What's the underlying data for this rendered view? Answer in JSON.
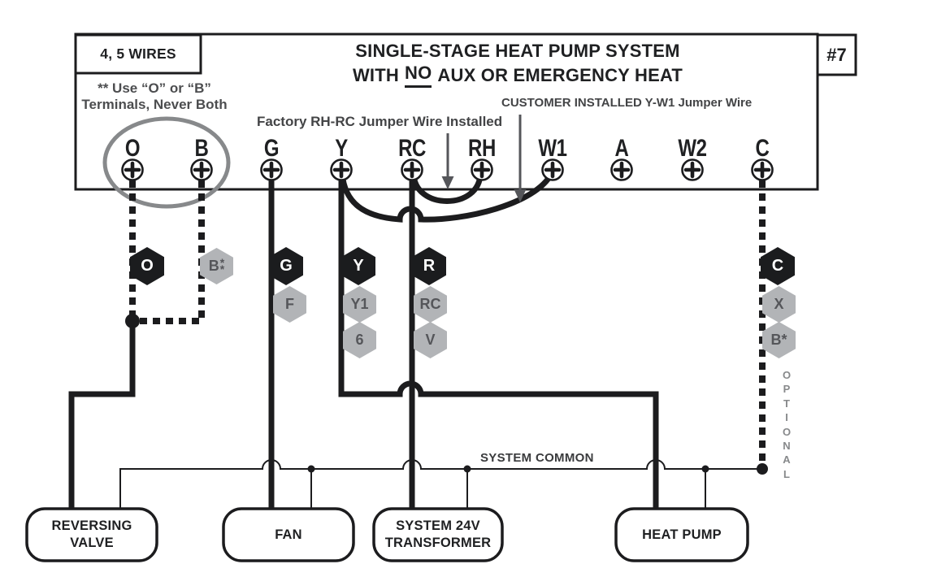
{
  "header": {
    "badge": "#7",
    "wires_box": "4, 5 WIRES",
    "title_line1": "SINGLE-STAGE HEAT PUMP SYSTEM",
    "title_line2_pre": "WITH",
    "title_line2_underlined": "NO",
    "title_line2_post": "AUX OR EMERGENCY HEAT"
  },
  "annotations": {
    "use_ob_note": "** Use “O” or “B”\nTerminals, Never Both",
    "factory_jumper": "Factory RH-RC Jumper Wire Installed",
    "customer_jumper": "CUSTOMER INSTALLED Y-W1 Jumper Wire",
    "system_common": "SYSTEM COMMON",
    "optional_vertical": "O\nP\nT\nI\nO\nN\nA\nL"
  },
  "terminals": [
    {
      "label": "O"
    },
    {
      "label": "B"
    },
    {
      "label": "G"
    },
    {
      "label": "Y"
    },
    {
      "label": "RC"
    },
    {
      "label": "RH"
    },
    {
      "label": "W1"
    },
    {
      "label": "A"
    },
    {
      "label": "W2"
    },
    {
      "label": "C"
    }
  ],
  "wire_tags": {
    "o": {
      "primary": "O"
    },
    "b": {
      "primary": "B",
      "stars": "*\n*"
    },
    "g": {
      "primary": "G",
      "alts": [
        "F"
      ]
    },
    "y": {
      "primary": "Y",
      "alts": [
        "Y1",
        "6"
      ]
    },
    "rc": {
      "primary": "R",
      "alts": [
        "RC",
        "V"
      ]
    },
    "c": {
      "primary": "C",
      "alts": [
        "X",
        "B*"
      ]
    }
  },
  "components": [
    {
      "label": "REVERSING\nVALVE"
    },
    {
      "label": "FAN"
    },
    {
      "label": "SYSTEM 24V\nTRANSFORMER"
    },
    {
      "label": "HEAT PUMP"
    }
  ],
  "colors": {
    "wire_black": "#1c1c1e",
    "tag_gray": "#b2b4b7",
    "tag_gray_text": "#55565a",
    "annotation_gray": "#434446",
    "ellipse_gray": "#87898b",
    "arrow_gray": "#55565a"
  }
}
